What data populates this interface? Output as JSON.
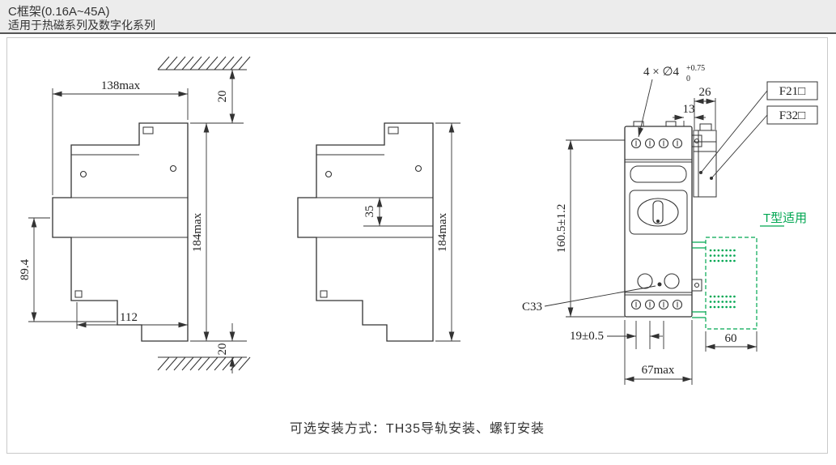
{
  "header": {
    "title": "C框架(0.16A~45A)",
    "subtitle": "适用于热磁系列及数字化系列"
  },
  "caption": "可选安装方式：TH35导轨安装、螺钉安装",
  "colors": {
    "line": "#333333",
    "accent_green": "#00a651",
    "header_bg": "#ececec"
  },
  "views": {
    "left": {
      "dims": {
        "width_top": "138max",
        "clearance_top": "20",
        "height": "184max",
        "height_left": "89.4",
        "width_bottom": "112",
        "clearance_bottom": "20"
      }
    },
    "middle": {
      "dims": {
        "inner": "35",
        "height": "184max"
      }
    },
    "front": {
      "dims": {
        "holes": "4 × ∅4",
        "holes_tol_upper": "+0.75",
        "holes_tol_lower": "0",
        "top_26": "26",
        "top_13": "13",
        "height": "160.5±1.2",
        "pitch": "19±0.5",
        "adapter_width": "60",
        "width": "67max"
      },
      "labels": {
        "f21": "F21□",
        "f32": "F32□",
        "t_type": "T型适用",
        "c33": "C33"
      }
    }
  }
}
